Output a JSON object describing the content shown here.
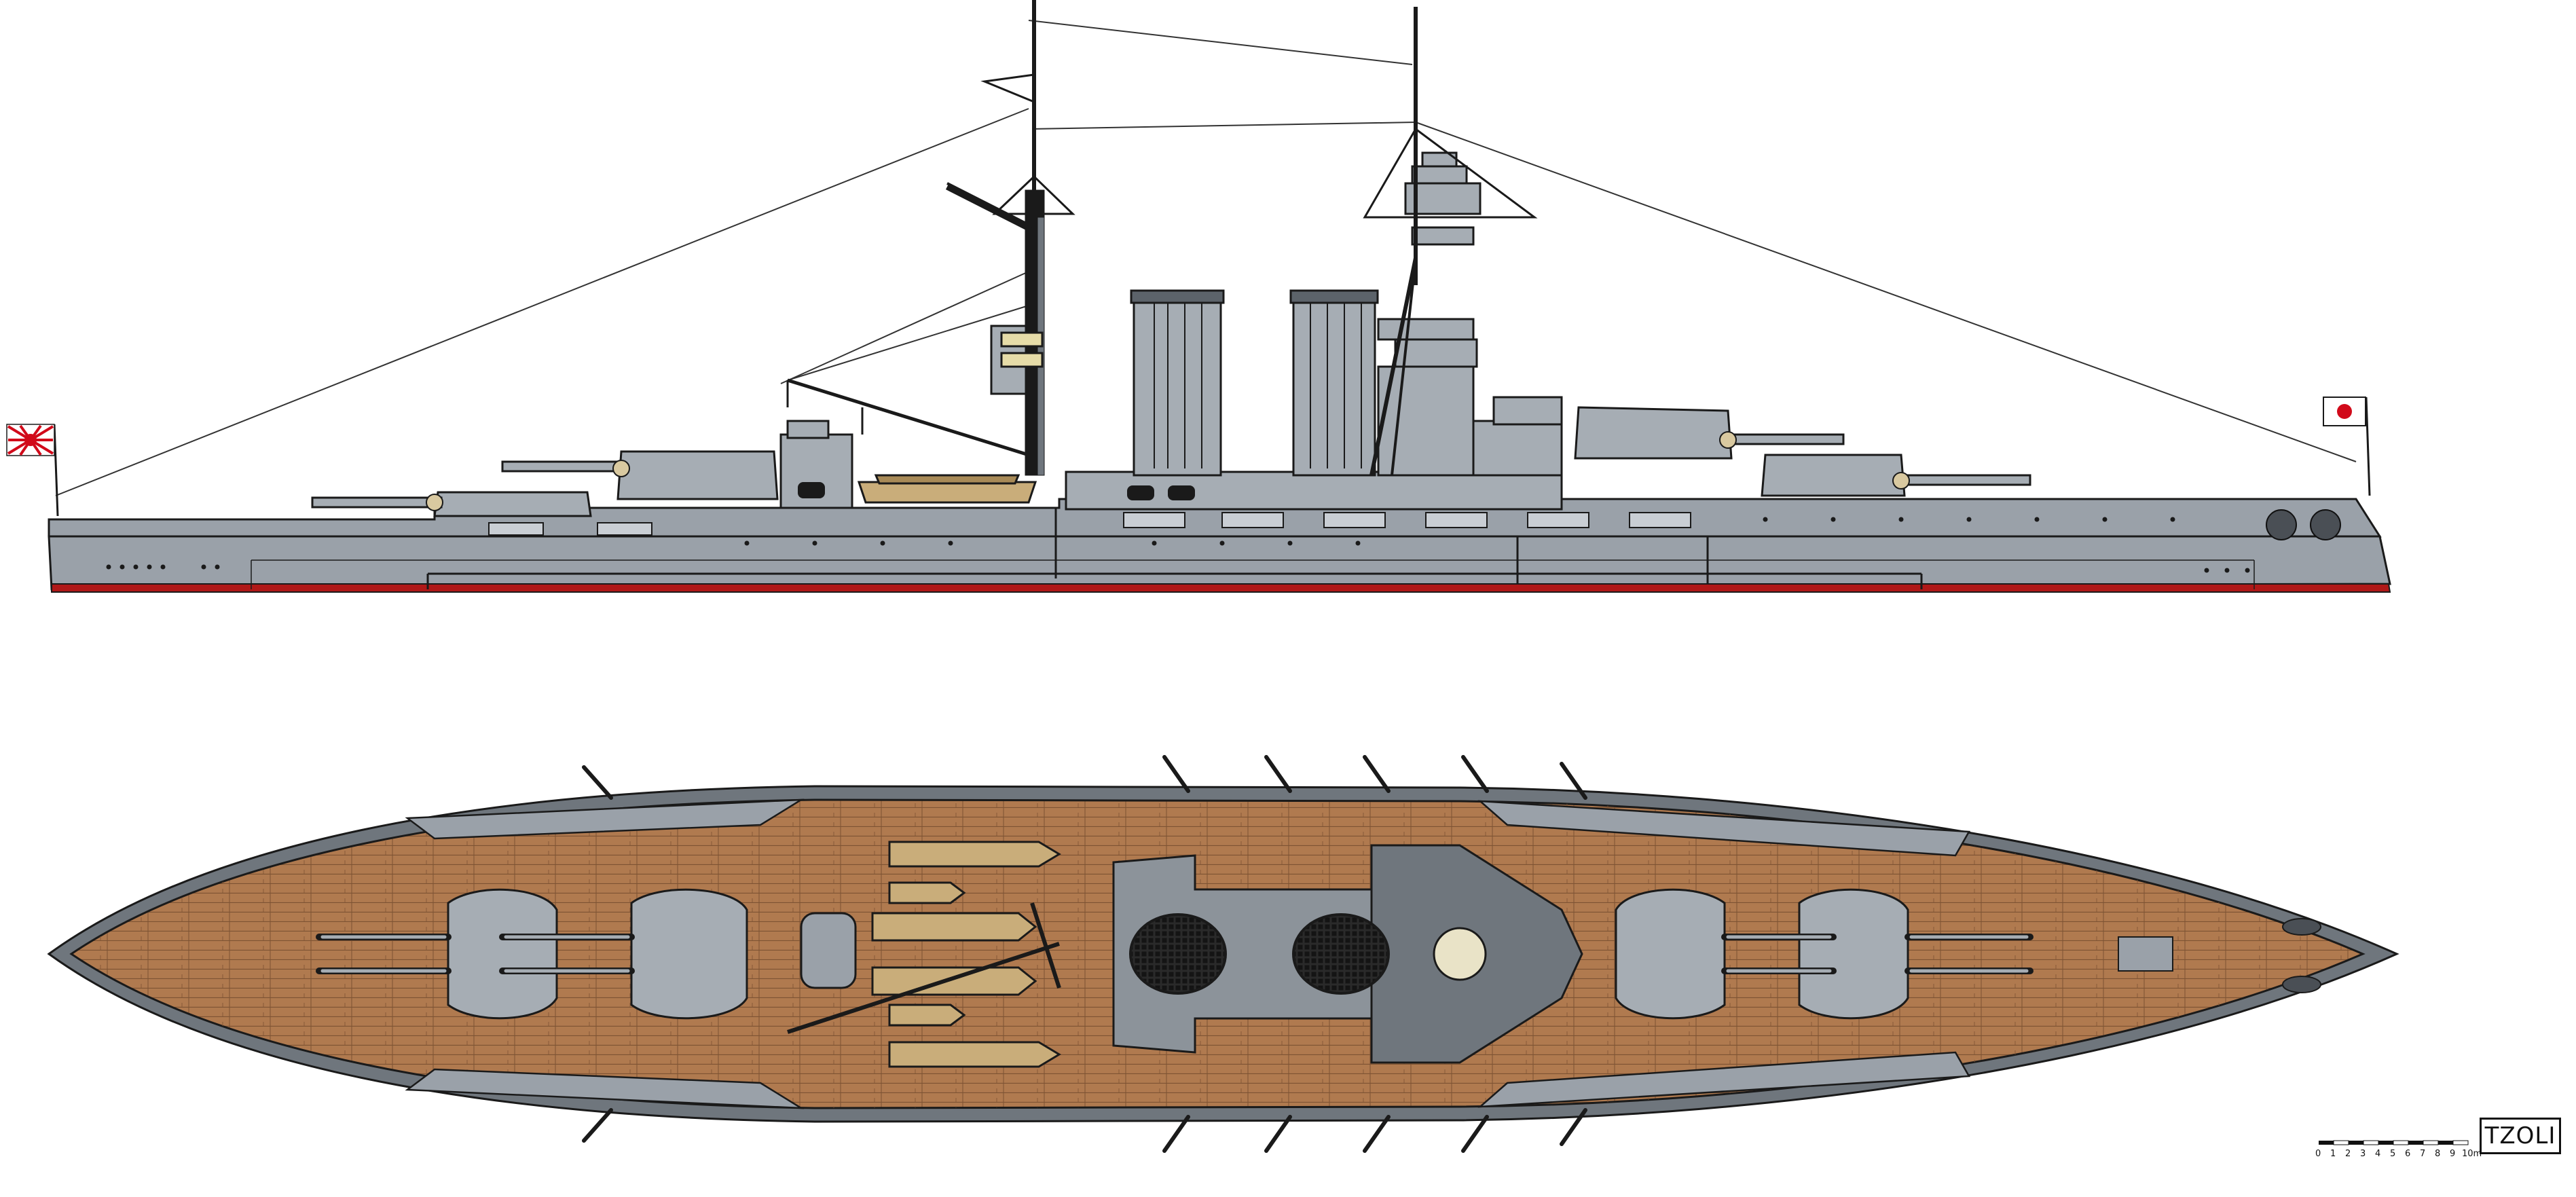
{
  "drawing": {
    "views": [
      "profile",
      "plan"
    ],
    "colors": {
      "hull_grey": "#9aa1a9",
      "hull_dark": "#6f767d",
      "boot_top": "#b01818",
      "deck_wood": "#b07a4f",
      "deck_wood_line": "#8a5c37",
      "steel_light": "#c9ced4",
      "outline": "#1a1a1a",
      "boat_tan": "#c9ad7a",
      "flag_red": "#d10a1a",
      "funnel_grey": "#a6adb4"
    }
  },
  "flags": {
    "stern": "rising-sun-naval-ensign",
    "bow": "hinomaru-jack"
  },
  "scale_bar": {
    "ticks": [
      "0",
      "1",
      "2",
      "3",
      "4",
      "5",
      "6",
      "7",
      "8",
      "9",
      "10m"
    ]
  },
  "signature": {
    "text": "TZOLI"
  }
}
